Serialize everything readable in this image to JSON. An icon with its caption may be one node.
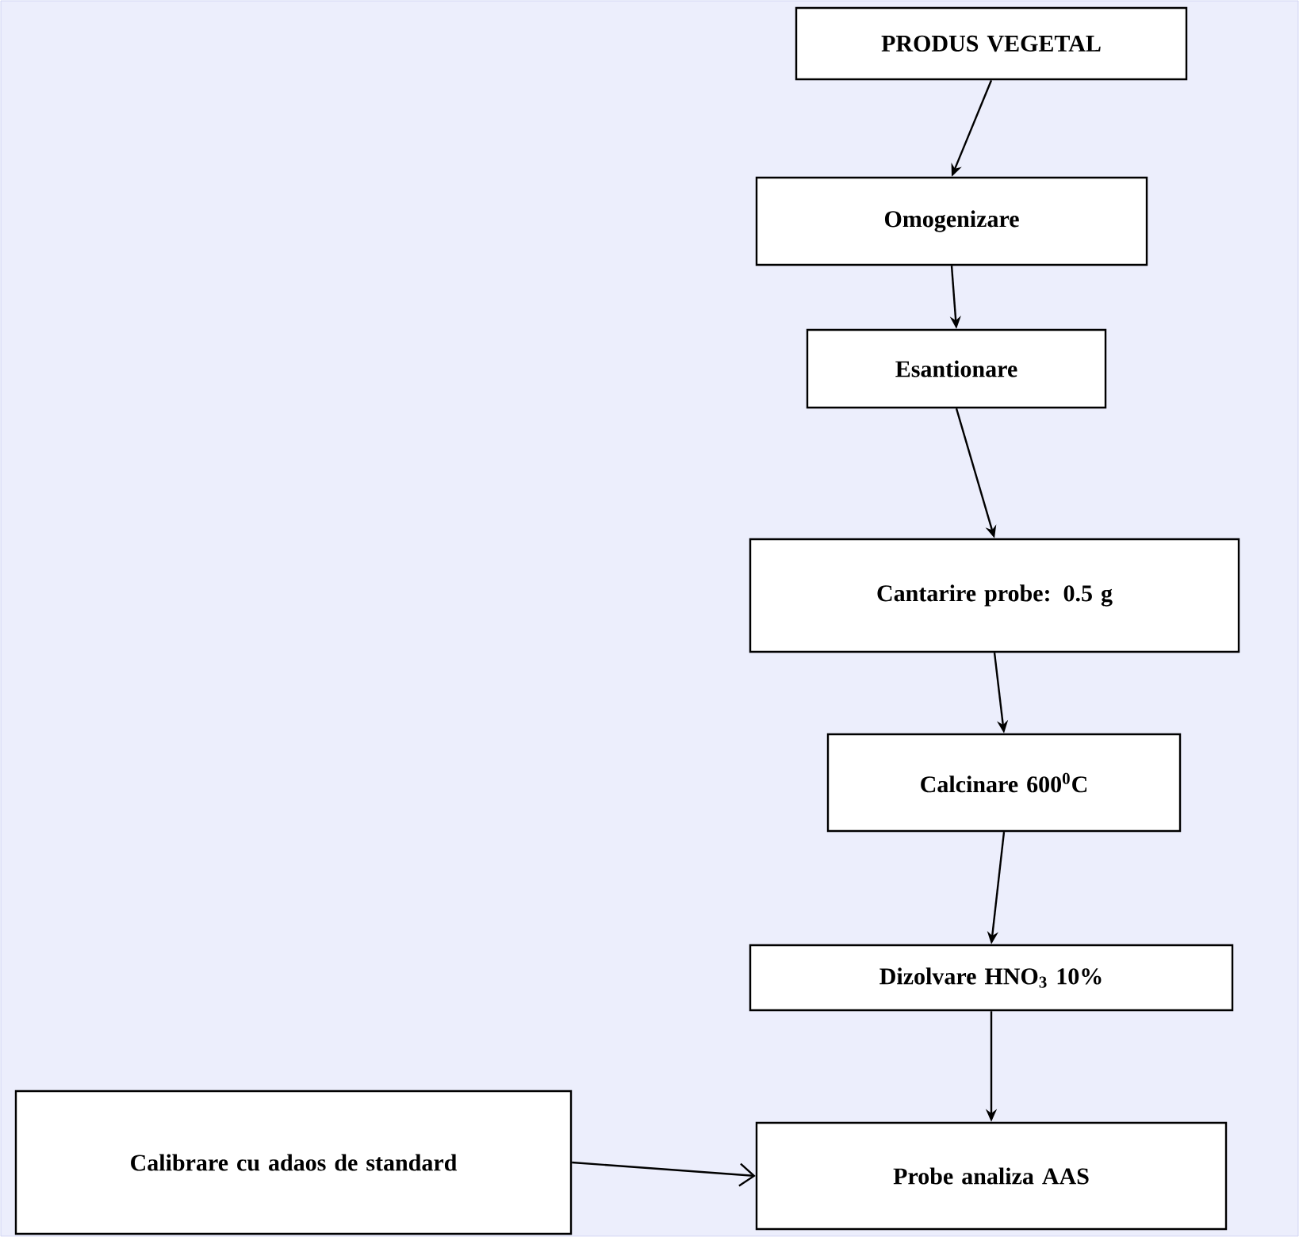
{
  "diagram": {
    "nodes": [
      {
        "text": [
          "PRODUS VEGETAL"
        ]
      },
      {
        "text": [
          "Omogenizare"
        ]
      },
      {
        "text": [
          "Esantionare"
        ]
      },
      {
        "text": [
          "Cantarire probe: 0.5 g"
        ]
      },
      {
        "text": [
          "Calcinare 600$^{0}$C"
        ]
      },
      {
        "text": [
          "Dizolvare HNO$_{3}$ 10%"
        ]
      },
      {
        "text": [
          "Calibrare cu adaos de standard"
        ]
      },
      {
        "text": [
          "Probe analiza AAS"
        ]
      }
    ],
    "edges": [
      {
        "from": 0,
        "to": 1,
        "arrow": "to"
      },
      {
        "from": 1,
        "to": 2,
        "arrow": "to"
      },
      {
        "from": 2,
        "to": 3,
        "arrow": "to"
      },
      {
        "from": 3,
        "to": 4,
        "arrow": "to"
      },
      {
        "from": 4,
        "to": 5,
        "arrow": "to"
      },
      {
        "from": 5,
        "to": 7,
        "arrow": "to"
      },
      {
        "from": 6,
        "to": 7,
        "arrow": "to"
      }
    ]
  }
}
